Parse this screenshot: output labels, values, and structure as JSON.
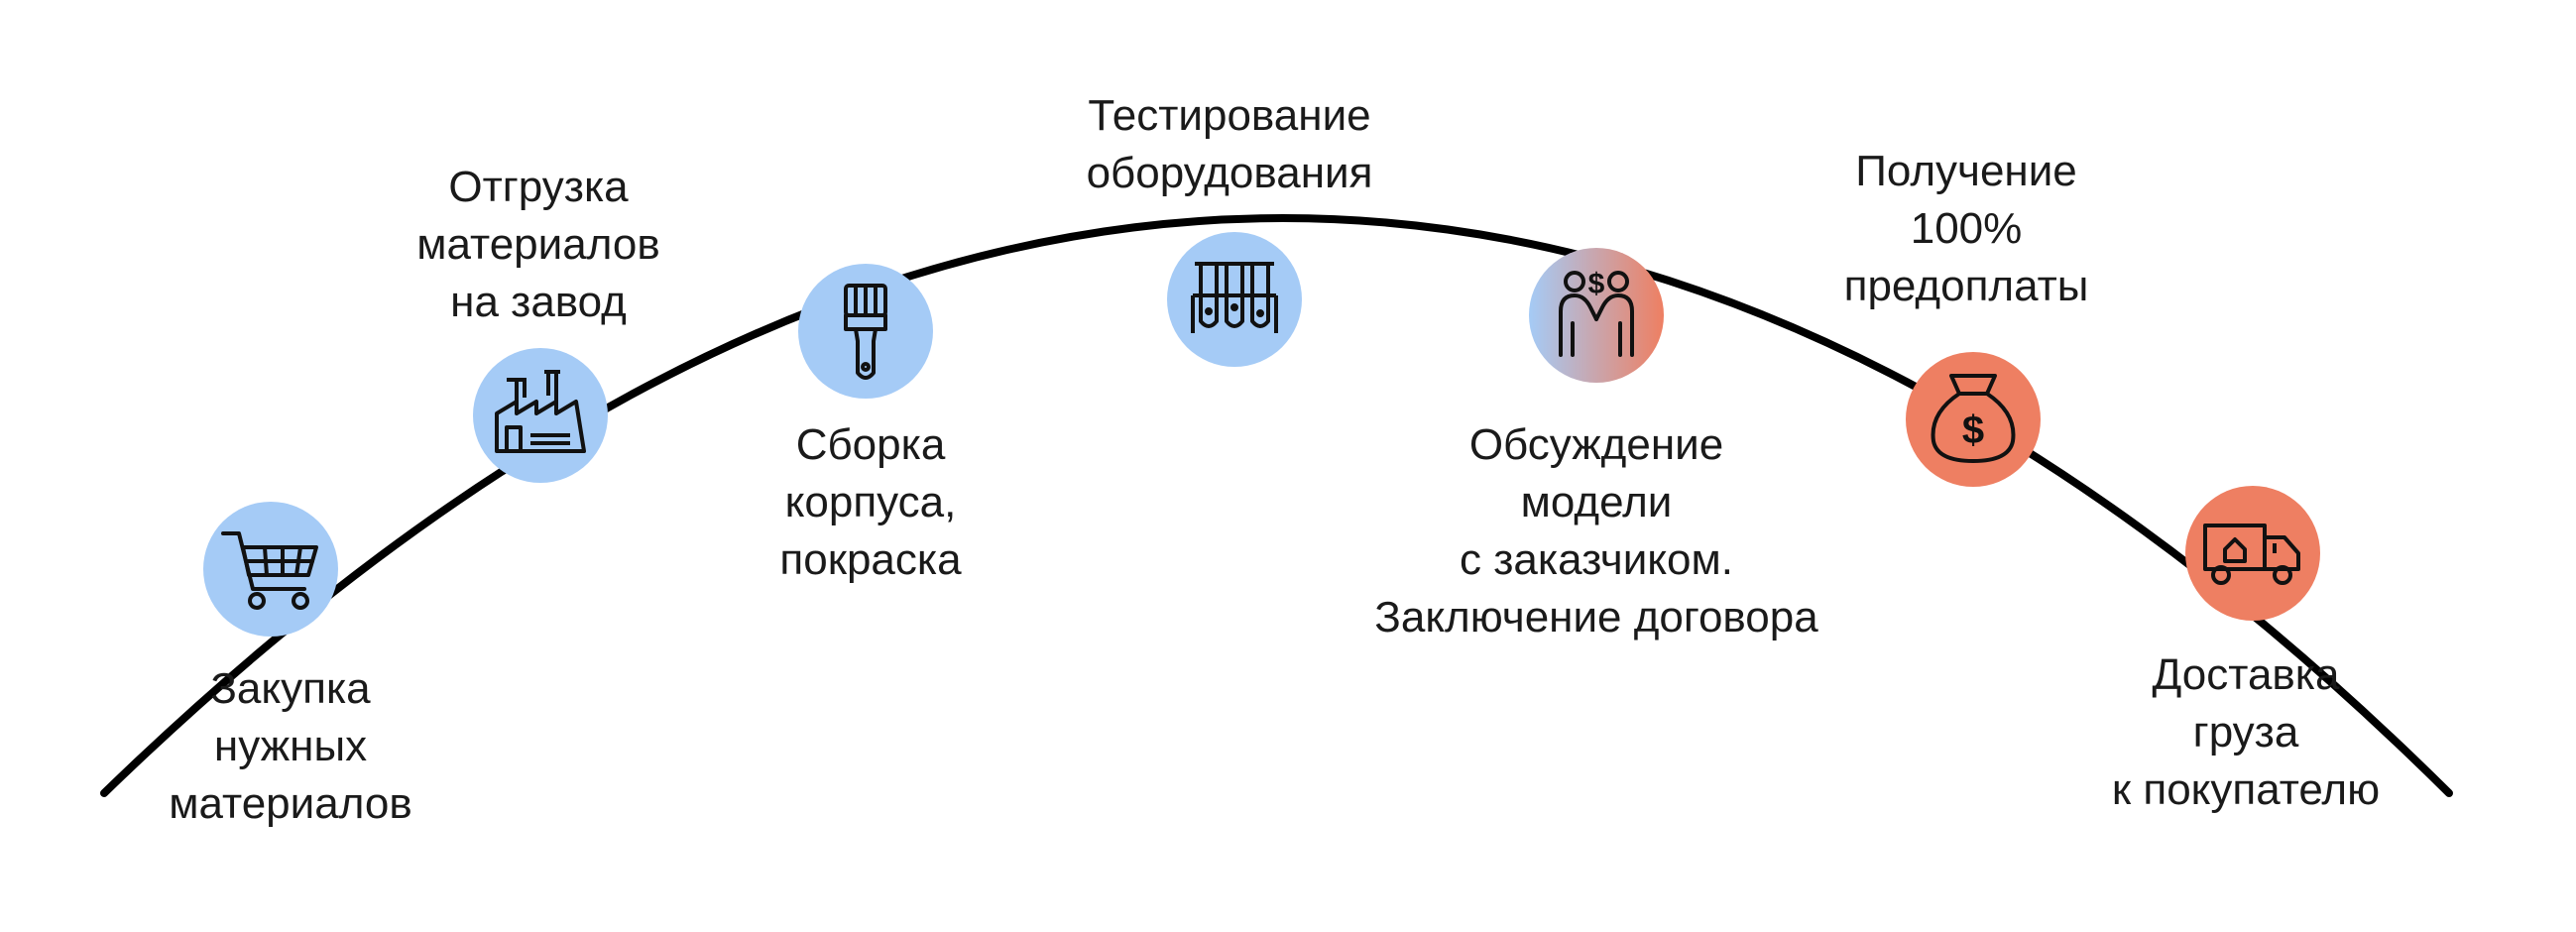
{
  "colors": {
    "blue": "#a5cbf6",
    "orange": "#ee7f62",
    "line": "#000000"
  },
  "steps": [
    {
      "label": "Закупка\nнужных\nматериалов",
      "icon": "shopping-cart-icon",
      "fill": "blue"
    },
    {
      "label": "Отгрузка\nматериалов\nна завод",
      "icon": "factory-icon",
      "fill": "blue"
    },
    {
      "label": "Сборка\nкорпуса,\nпокраска",
      "icon": "paint-brush-icon",
      "fill": "blue"
    },
    {
      "label": "Тестирование\nоборудования",
      "icon": "test-tubes-icon",
      "fill": "blue"
    },
    {
      "label": "Обсуждение\nмодели\nс заказчиком.\nЗаключение договора",
      "icon": "handshake-deal-icon",
      "fill": "gradient"
    },
    {
      "label": "Получение\n100%\nпредоплаты",
      "icon": "money-bag-icon",
      "fill": "orange"
    },
    {
      "label": "Доставка\nгруза\nк покупателю",
      "icon": "delivery-truck-icon",
      "fill": "orange"
    }
  ]
}
